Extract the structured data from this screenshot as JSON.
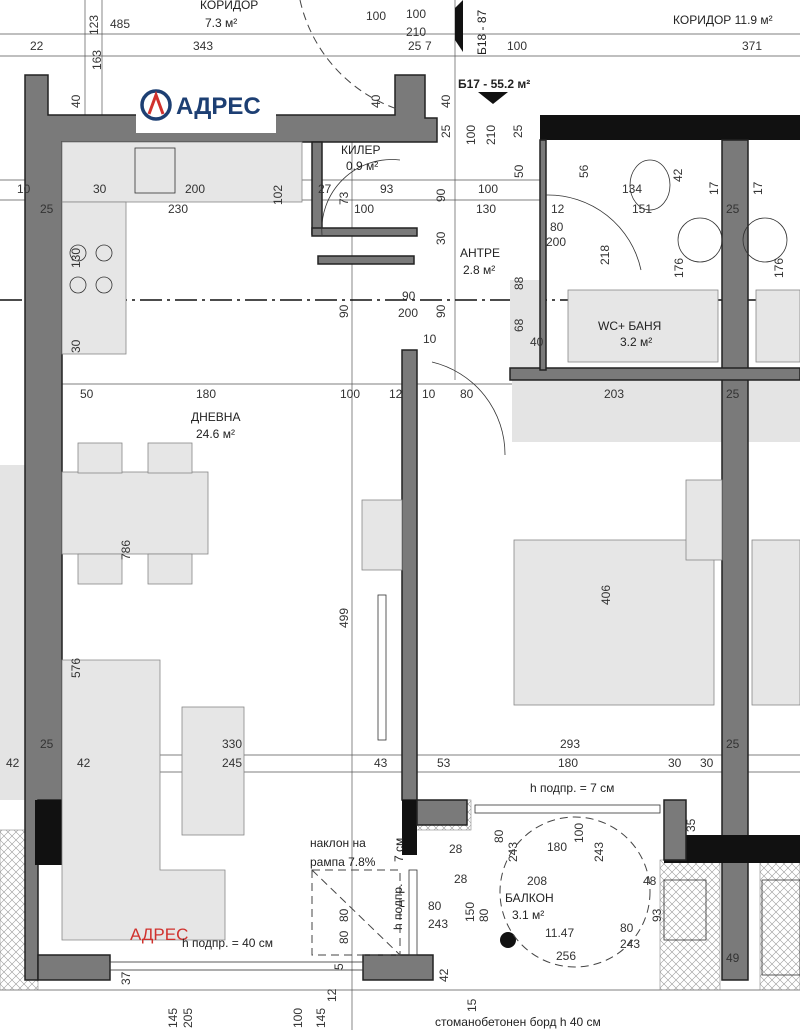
{
  "rooms": {
    "corridor_left": {
      "name": "КОРИДОР",
      "area": "7.3 м²"
    },
    "corridor_right": "КОРИДОР 11.9 м²",
    "unit_b17": "Б17 - 55.2 м²",
    "unit_b18": "Б18 - 87",
    "storage": {
      "name": "КИЛЕР",
      "area": "0.9 м²"
    },
    "entrance": {
      "name": "АНТРЕ",
      "area": "2.8 м²"
    },
    "bathroom": {
      "name": "WC+ БАНЯ",
      "area": "3.2 м²"
    },
    "living": {
      "name": "ДНЕВНА",
      "area": "24.6 м²"
    },
    "balcony": {
      "name": "БАЛКОН",
      "area": "3.1 м²"
    }
  },
  "notes": {
    "threshold_7": "h подпр. = 7 см",
    "ramp_1": "наклон на",
    "ramp_2": "рампа 7.8%",
    "threshold_7_vertical": "7 см",
    "threshold_vertical": "h подпр.",
    "threshold_40": "h подпр. = 40 см",
    "parapet": "стоманобетонен борд h 40 см"
  },
  "logo": {
    "text": "АДРЕС",
    "color": "#1d3f73",
    "accent": "#d0312d"
  },
  "watermark": "АДРЕС",
  "dimensions_h": [
    "22",
    "343",
    "485",
    "25",
    "7",
    "100",
    "371",
    "100",
    "210",
    "100",
    "10",
    "30",
    "200",
    "230",
    "25",
    "27",
    "93",
    "100",
    "100",
    "130",
    "134",
    "151",
    "25",
    "12",
    "80",
    "200",
    "90",
    "200",
    "10",
    "40",
    "50",
    "180",
    "100",
    "12",
    "10",
    "80",
    "203",
    "25",
    "42",
    "42",
    "330",
    "245",
    "43",
    "53",
    "293",
    "180",
    "30",
    "30",
    "25",
    "25",
    "28",
    "28",
    "208",
    "48",
    "180",
    "80",
    "243",
    "11.47",
    "256",
    "49",
    "80",
    "243"
  ],
  "dimensions_v": [
    "123",
    "163",
    "40",
    "40",
    "40",
    "25",
    "100",
    "210",
    "25",
    "102",
    "73",
    "90",
    "30",
    "130",
    "30",
    "90",
    "90",
    "88",
    "68",
    "218",
    "176",
    "176",
    "50",
    "56",
    "42",
    "17",
    "17",
    "786",
    "576",
    "499",
    "406",
    "80",
    "243",
    "100",
    "243",
    "35",
    "93",
    "80",
    "150",
    "42",
    "15",
    "12",
    "37",
    "145",
    "205",
    "100",
    "145",
    "80",
    "80",
    "5"
  ]
}
